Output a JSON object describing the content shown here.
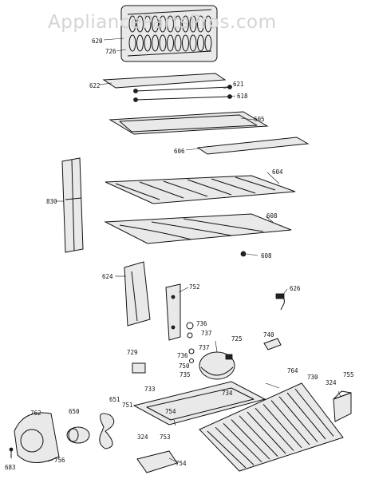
{
  "watermark": "AppliancePartsPros.com",
  "callouts": {
    "p620": "620",
    "p726": "726",
    "p622": "622",
    "p621": "621",
    "p618": "618",
    "p605": "605",
    "p606": "606",
    "p604": "604",
    "p608a": "608",
    "p608b": "608",
    "p830": "830",
    "p624": "624",
    "p752": "752",
    "p626": "626",
    "p736a": "736",
    "p737a": "737",
    "p736b": "736",
    "p737b": "737",
    "p750": "750",
    "p725": "725",
    "p740": "740",
    "p729": "729",
    "p735": "735",
    "p764": "764",
    "p730": "730",
    "p324a": "324",
    "p755": "755",
    "p651": "651",
    "p733": "733",
    "p734": "734",
    "p762": "762",
    "p650": "650",
    "p751": "751",
    "p754a": "754",
    "p753": "753",
    "p324b": "324",
    "p754b": "754",
    "p683": "683",
    "p756": "756"
  }
}
